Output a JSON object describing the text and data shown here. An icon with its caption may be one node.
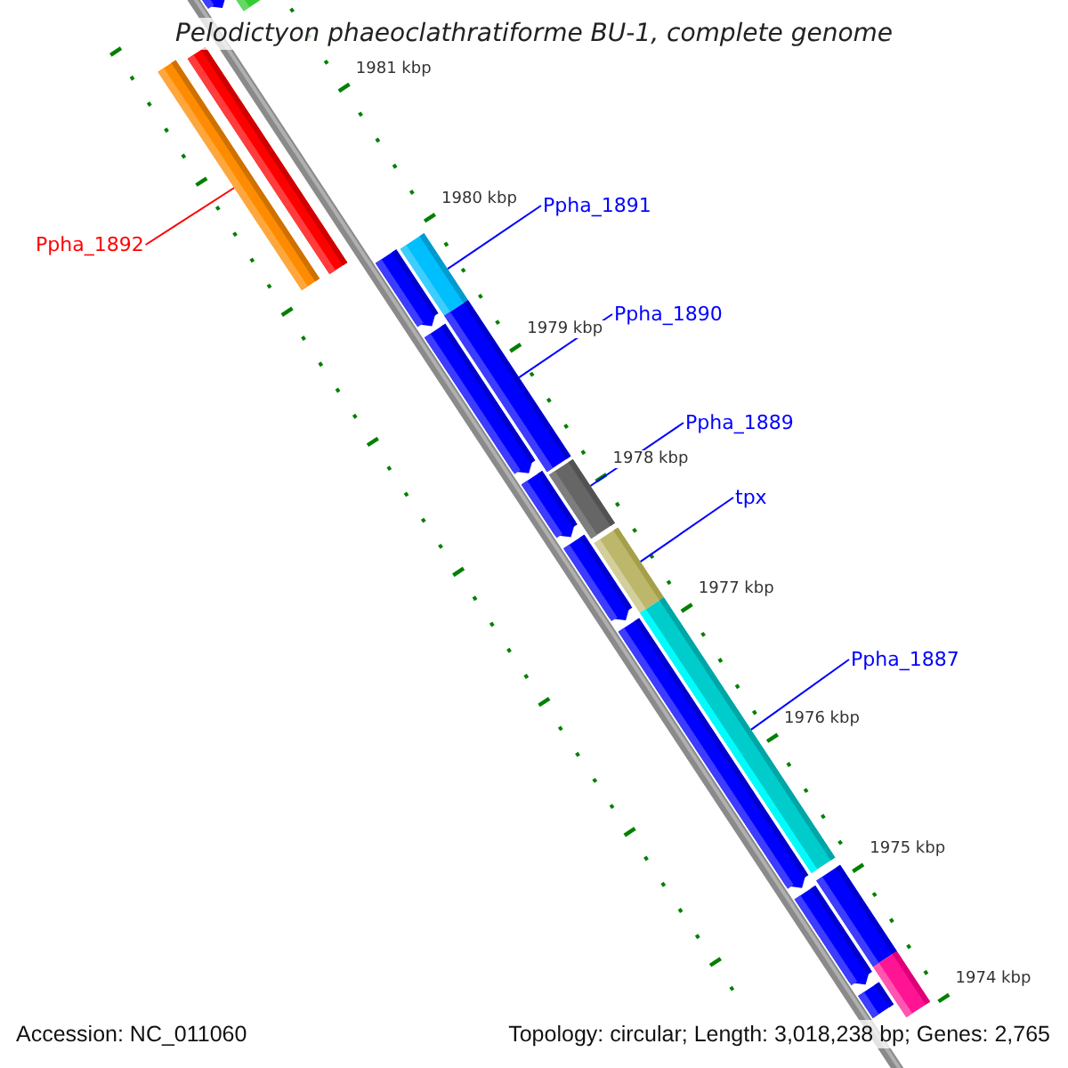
{
  "diagram": {
    "title": "Pelodictyon phaeoclathratiforme BU-1, complete genome",
    "nodes": [
      {
        "text": [
          "Ppha_1892"
        ]
      },
      {
        "text": [],
        "shape": "bar"
      },
      {
        "text": [
          "Ppha_1891"
        ]
      },
      {
        "text": [],
        "shape": "bar"
      },
      {
        "text": [
          "Ppha_1890"
        ]
      },
      {
        "text": [],
        "shape": "bar"
      },
      {
        "text": [
          "Ppha_1889"
        ]
      },
      {
        "text": [],
        "shape": "bar"
      },
      {
        "text": [
          "tpx"
        ]
      },
      {
        "text": [],
        "shape": "bar"
      },
      {
        "text": [
          "Ppha_1887"
        ]
      },
      {
        "text": [],
        "shape": "bar"
      },
      {
        "text": [],
        "shape": "pentagon"
      },
      {
        "text": [],
        "shape": "bar"
      },
      {
        "text": [],
        "shape": "bar"
      },
      {
        "text": [],
        "shape": "pentagon"
      },
      {
        "text": [],
        "shape": "pentagon"
      },
      {
        "text": [],
        "shape": "pentagon"
      },
      {
        "text": [],
        "shape": "pentagon"
      },
      {
        "text": [],
        "shape": "pentagon"
      },
      {
        "text": [],
        "shape": "pentagon"
      },
      {
        "text": [],
        "shape": "bar"
      },
      {
        "text": [],
        "shape": "bar"
      },
      {
        "text": [],
        "shape": "bar"
      }
    ],
    "edges": [
      {
        "from": 0,
        "to": 1,
        "arrow": "none",
        "color": "#ff0000"
      },
      {
        "from": 2,
        "to": 3,
        "arrow": "none"
      },
      {
        "from": 4,
        "to": 5,
        "arrow": "none"
      },
      {
        "from": 6,
        "to": 7,
        "arrow": "none"
      },
      {
        "from": 8,
        "to": 9,
        "arrow": "none"
      },
      {
        "from": 10,
        "to": 11,
        "arrow": "none"
      }
    ],
    "labels": [
      "1981 kbp",
      "1980 kbp",
      "1979 kbp",
      "1978 kbp",
      "1977 kbp",
      "1976 kbp",
      "1975 kbp",
      "1974 kbp",
      "Accession: NC_011060",
      "Topology: circular; Length: 3,018,238 bp; Genes: 2,765"
    ]
  }
}
